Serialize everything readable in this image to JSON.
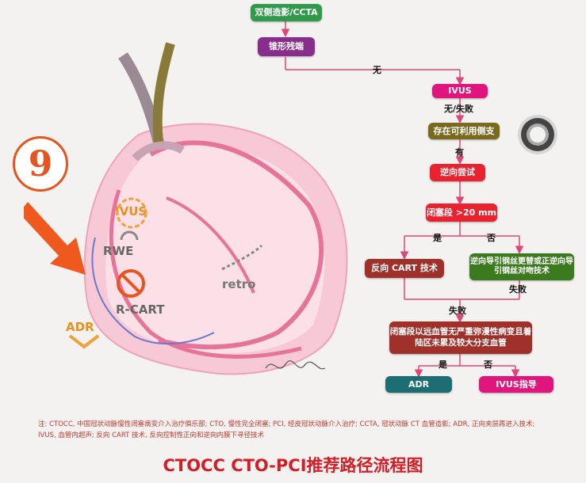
{
  "nodes": {
    "angio": "双侧造影/CCTA",
    "stump": "锥形残端",
    "ivus": "IVUS",
    "side_branch": "存在可利用侧支",
    "retro_try": "逆向尝试",
    "occlusion": "闭塞段 >20 mm",
    "rev_cart": "反向 CART 技术",
    "retro_wire": "逆向导引钢丝更替或正逆向导引钢丝对吻技术",
    "distal": "闭塞段以远血管无严重弥漫性病变且着陆区未累及较大分支血管",
    "adr": "ADR",
    "ivus_guide": "IVUS指导"
  },
  "labels": {
    "none": "无",
    "none_fail": "无/失败",
    "yes": "有",
    "yes1": "是",
    "no1": "否",
    "fail1": "失败",
    "fail2": "失败",
    "yes2": "是",
    "no2": "否"
  },
  "anatomy": {
    "number": "9",
    "ivus": "IVUS",
    "rwe": "RWE",
    "rcart": "R-CART",
    "retro": "retro",
    "adr": "ADR"
  },
  "note": "注: CTOCC, 中国冠状动脉慢性闭塞病变介入治疗俱乐部; CTO, 慢性完全闭塞; PCI, 经皮冠状动脉介入治疗; CCTA, 冠状动脉 CT 血管造影; ADR, 正向夹层再进入技术; IVUS, 血管内超声; 反向 CART 技术, 反向控制性正向和逆向内膜下寻径技术",
  "title": "CTOCC CTO-PCI推荐路径流程图",
  "colors": {
    "green": "#2e9a4a",
    "purple": "#8a2c8c",
    "magenta": "#e0157e",
    "olive": "#7a6a1e",
    "red": "#e8222e",
    "brown": "#a0302a",
    "darkgreen": "#3b7a1e",
    "teal": "#1d6e72",
    "pink": "#f29bb5",
    "title": "#d21f26"
  }
}
